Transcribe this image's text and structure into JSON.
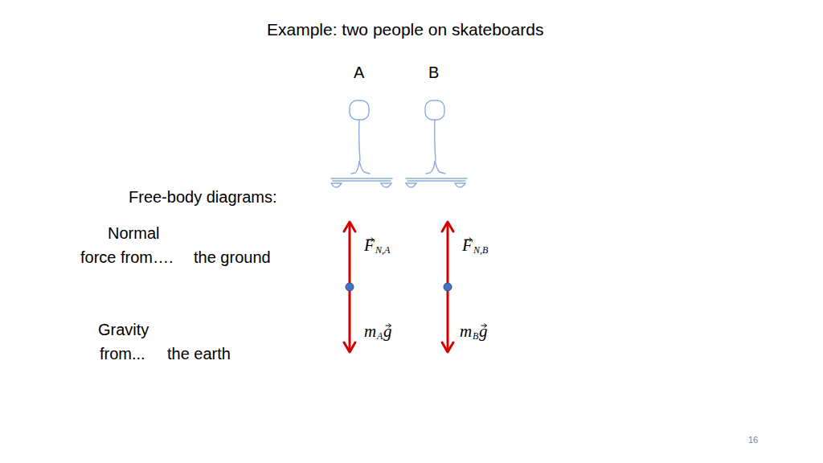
{
  "diagram": {
    "title": "Example: two people on skateboards",
    "labels": [
      "A",
      "B",
      "Free-body diagrams:",
      "Normal",
      "force from….",
      "the ground",
      "Gravity",
      "from...",
      "the earth",
      "F",
      "N,A",
      "F",
      "N,B",
      "m",
      "A",
      "g",
      "m",
      "B",
      "g",
      "16"
    ]
  }
}
